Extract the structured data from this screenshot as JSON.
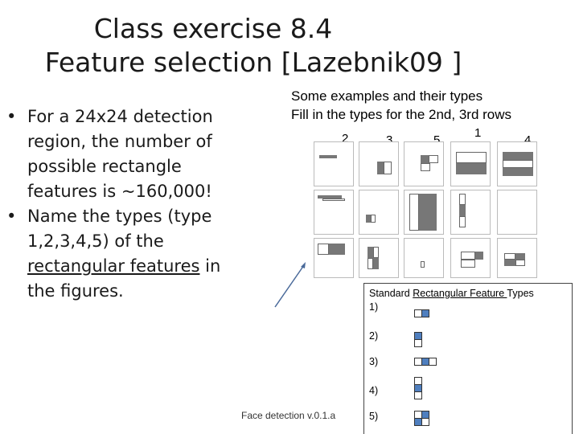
{
  "title_line1": "Class exercise 8.4",
  "title_line2": "Feature selection [Lazebnik09 ]",
  "bullets": {
    "b1": "For a 24x24 detection region, the number of possible rectangle features is ~160,000!",
    "b2_pre": "Name the types (type 1,2,3,4,5) of the ",
    "b2_link": "rectangular features",
    "b2_post": " in the figures."
  },
  "examples": {
    "line1": "Some examples and their types",
    "line2": "Fill in the types for the  2nd, 3rd rows",
    "labels": [
      "2",
      "3",
      "5",
      "1",
      "4"
    ]
  },
  "standard": {
    "header_pre": "Standard  ",
    "header_link": "Rectangular Feature ",
    "header_post": "Types",
    "types": [
      "1)",
      "2)",
      "3)",
      "4)",
      "5)"
    ]
  },
  "footer": "Face detection v.0.1.a"
}
